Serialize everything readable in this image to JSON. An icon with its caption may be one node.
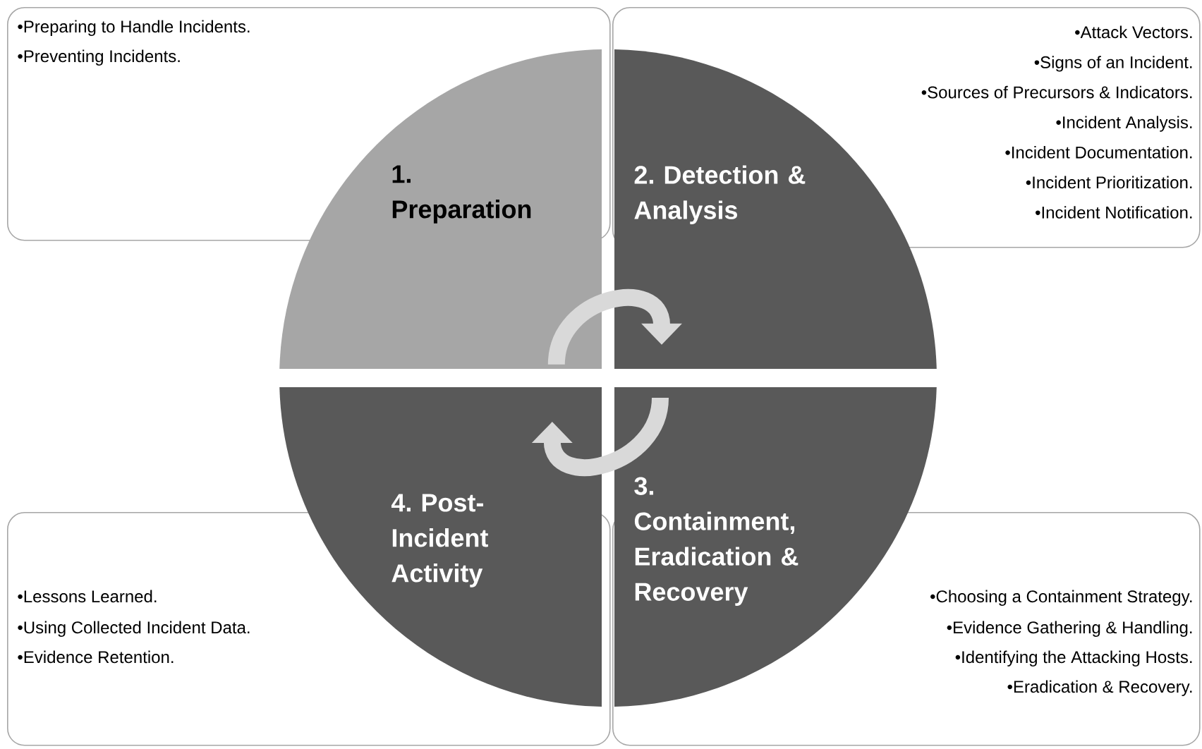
{
  "diagram": {
    "nodes": [
      {
        "text": [
          "1. Preparation"
        ]
      },
      {
        "text": [
          "2. Detection & Analysis"
        ]
      },
      {
        "text": [
          "3. Containment, Eradication & Recovery"
        ]
      },
      {
        "text": [
          "4. Post-Incident Activity"
        ]
      },
      {
        "text": [
          "•Preparing to Handle Incidents.",
          "•Preventing Incidents."
        ]
      },
      {
        "text": [
          "•Attack Vectors.",
          "•Signs of an Incident.",
          "•Sources of Precursors & Indicators.",
          "•Incident Analysis.",
          "•Incident Documentation.",
          "•Incident Prioritization.",
          "•Incident Notification."
        ]
      },
      {
        "text": [
          "•Lessons Learned.",
          "•Using Collected Incident Data.",
          "•Evidence Retention."
        ]
      },
      {
        "text": [
          "•Choosing a Containment Strategy.",
          "•Evidence Gathering & Handling.",
          "•Identifying the Attacking Hosts.",
          "•Eradication & Recovery."
        ]
      }
    ],
    "edges": [
      {
        "from": 0,
        "to": 1,
        "arrow": "to"
      },
      {
        "from": 2,
        "to": 3,
        "arrow": "to"
      }
    ]
  }
}
